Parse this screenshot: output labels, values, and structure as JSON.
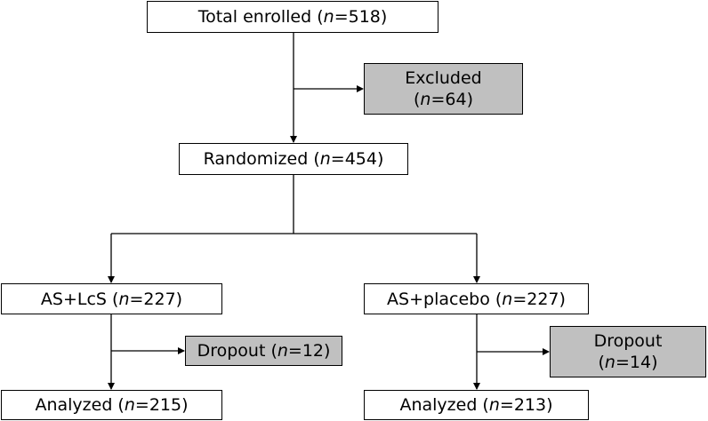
{
  "diagram": {
    "enrolled": {
      "label": "Total enrolled (",
      "n_symbol": "n",
      "value": "=518)"
    },
    "excluded": {
      "label": "Excluded",
      "open": "(",
      "n_symbol": "n",
      "value": "=64)"
    },
    "randomized": {
      "label": "Randomized (",
      "n_symbol": "n",
      "value": "=454)"
    },
    "as_lcs": {
      "label": "AS+LcS (",
      "n_symbol": "n",
      "value": "=227)"
    },
    "as_placebo": {
      "label": "AS+placebo (",
      "n_symbol": "n",
      "value": "=227)"
    },
    "dropout_left": {
      "label": "Dropout (",
      "n_symbol": "n",
      "value": "=12)"
    },
    "dropout_right": {
      "label": "Dropout",
      "open": "(",
      "n_symbol": "n",
      "value": "=14)"
    },
    "analyzed_left": {
      "label": "Analyzed (",
      "n_symbol": "n",
      "value": "=215)"
    },
    "analyzed_right": {
      "label": "Analyzed (",
      "n_symbol": "n",
      "value": "=213)"
    },
    "colors": {
      "box_fill": "#ffffff",
      "excluded_fill": "#c0c0c0",
      "line": "#000000"
    }
  }
}
